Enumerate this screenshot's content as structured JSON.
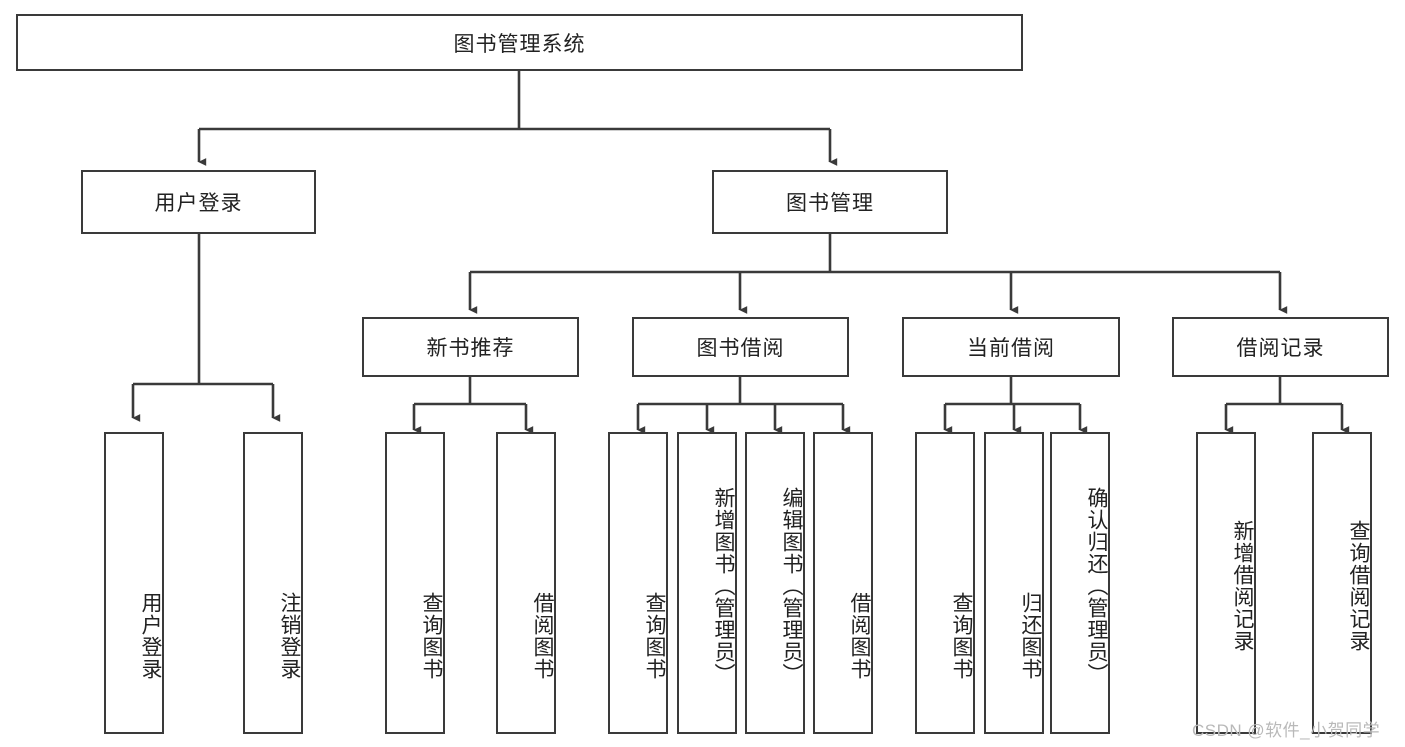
{
  "diagram": {
    "type": "tree-hierarchy",
    "title": "图书管理系统",
    "orientation": "top-down",
    "line_color": "#3a3a3a",
    "box_fill": "#ffffff",
    "text_color": "#222222",
    "levels": [
      {
        "level": 1,
        "nodes": [
          {
            "id": "root",
            "label": "图书管理系统",
            "text_mode": "horizontal"
          }
        ]
      },
      {
        "level": 2,
        "nodes": [
          {
            "id": "login",
            "label": "用户登录",
            "parent": "root",
            "text_mode": "horizontal"
          },
          {
            "id": "bookmgmt",
            "label": "图书管理",
            "parent": "root",
            "text_mode": "horizontal"
          }
        ]
      },
      {
        "level": 3,
        "nodes": [
          {
            "id": "newbook",
            "label": "新书推荐",
            "parent": "bookmgmt",
            "text_mode": "horizontal"
          },
          {
            "id": "borrow",
            "label": "图书借阅",
            "parent": "bookmgmt",
            "text_mode": "horizontal"
          },
          {
            "id": "current",
            "label": "当前借阅",
            "parent": "bookmgmt",
            "text_mode": "horizontal"
          },
          {
            "id": "records",
            "label": "借阅记录",
            "parent": "bookmgmt",
            "text_mode": "horizontal"
          }
        ]
      },
      {
        "level": 4,
        "nodes": [
          {
            "id": "leaf-user-login",
            "label": "用户登录",
            "parent": "login",
            "text_mode": "vertical"
          },
          {
            "id": "leaf-user-logout",
            "label": "注销登录",
            "parent": "login",
            "text_mode": "vertical"
          },
          {
            "id": "leaf-newbook-query",
            "label": "查询图书",
            "parent": "newbook",
            "text_mode": "vertical"
          },
          {
            "id": "leaf-newbook-borrow",
            "label": "借阅图书",
            "parent": "newbook",
            "text_mode": "vertical"
          },
          {
            "id": "leaf-borrow-query",
            "label": "查询图书",
            "parent": "borrow",
            "text_mode": "vertical"
          },
          {
            "id": "leaf-borrow-add",
            "label": "新增图书（管理员）",
            "parent": "borrow",
            "text_mode": "vertical"
          },
          {
            "id": "leaf-borrow-edit",
            "label": "编辑图书（管理员）",
            "parent": "borrow",
            "text_mode": "vertical"
          },
          {
            "id": "leaf-borrow-lend",
            "label": "借阅图书",
            "parent": "borrow",
            "text_mode": "vertical"
          },
          {
            "id": "leaf-current-query",
            "label": "查询图书",
            "parent": "current",
            "text_mode": "vertical"
          },
          {
            "id": "leaf-current-return",
            "label": "归还图书",
            "parent": "current",
            "text_mode": "vertical"
          },
          {
            "id": "leaf-current-confirm",
            "label": "确认归还（管理员）",
            "parent": "current",
            "text_mode": "vertical"
          },
          {
            "id": "leaf-records-add",
            "label": "新增借阅记录",
            "parent": "records",
            "text_mode": "vertical"
          },
          {
            "id": "leaf-records-query",
            "label": "查询借阅记录",
            "parent": "records",
            "text_mode": "vertical"
          }
        ]
      }
    ]
  },
  "watermark": {
    "text": "CSDN @软件_小贺同学",
    "color": "#b9b9b9"
  }
}
